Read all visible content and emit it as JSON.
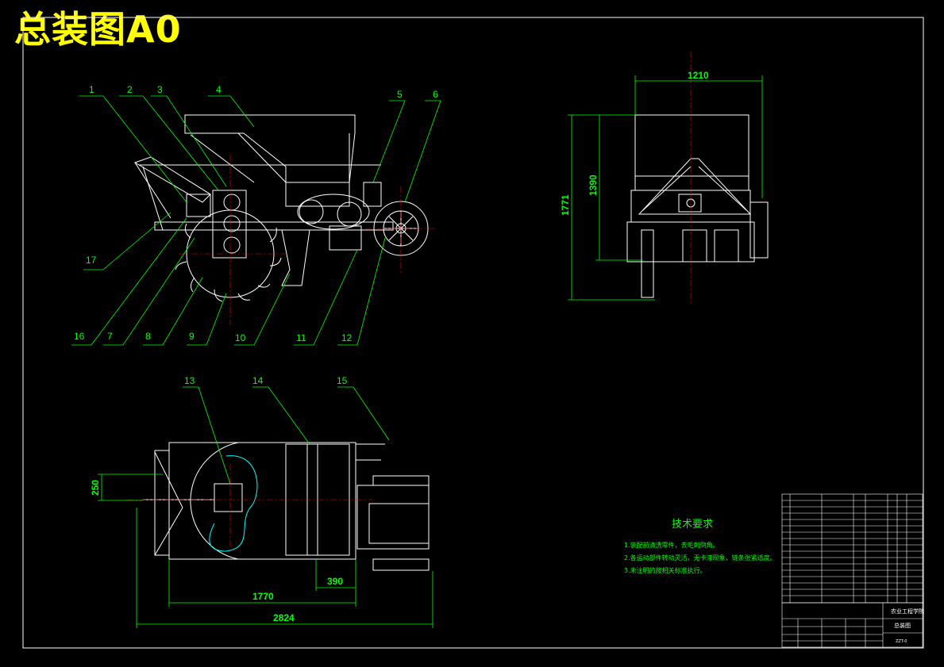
{
  "drawing": {
    "title": "总装图A0"
  },
  "part_labels": [
    "1",
    "2",
    "3",
    "4",
    "5",
    "6",
    "7",
    "8",
    "9",
    "10",
    "11",
    "12",
    "13",
    "14",
    "15",
    "16",
    "17"
  ],
  "dimensions": {
    "front_width": "1210",
    "front_height_total": "1771",
    "front_height_inner": "1390",
    "plan_offset": "250",
    "plan_390": "390",
    "plan_1770": "1770",
    "plan_2824": "2824"
  },
  "tech_requirements": {
    "title": "技术要求",
    "items": [
      "1.装配前清洗零件，去毛刺倒角。",
      "2.各运动部件转动灵活，无卡滞现象，链条张紧适度。",
      "3.未注明的按相关标准执行。"
    ]
  },
  "title_block": {
    "name": "总装图",
    "org": "农业工程学院",
    "code": "ZZT-0"
  },
  "colors": {
    "background": "#000000",
    "lines": "#ffffff",
    "annotation": "#00ff00",
    "centerline": "#ff0000",
    "title": "#ffff00",
    "section": "#00ffff"
  }
}
